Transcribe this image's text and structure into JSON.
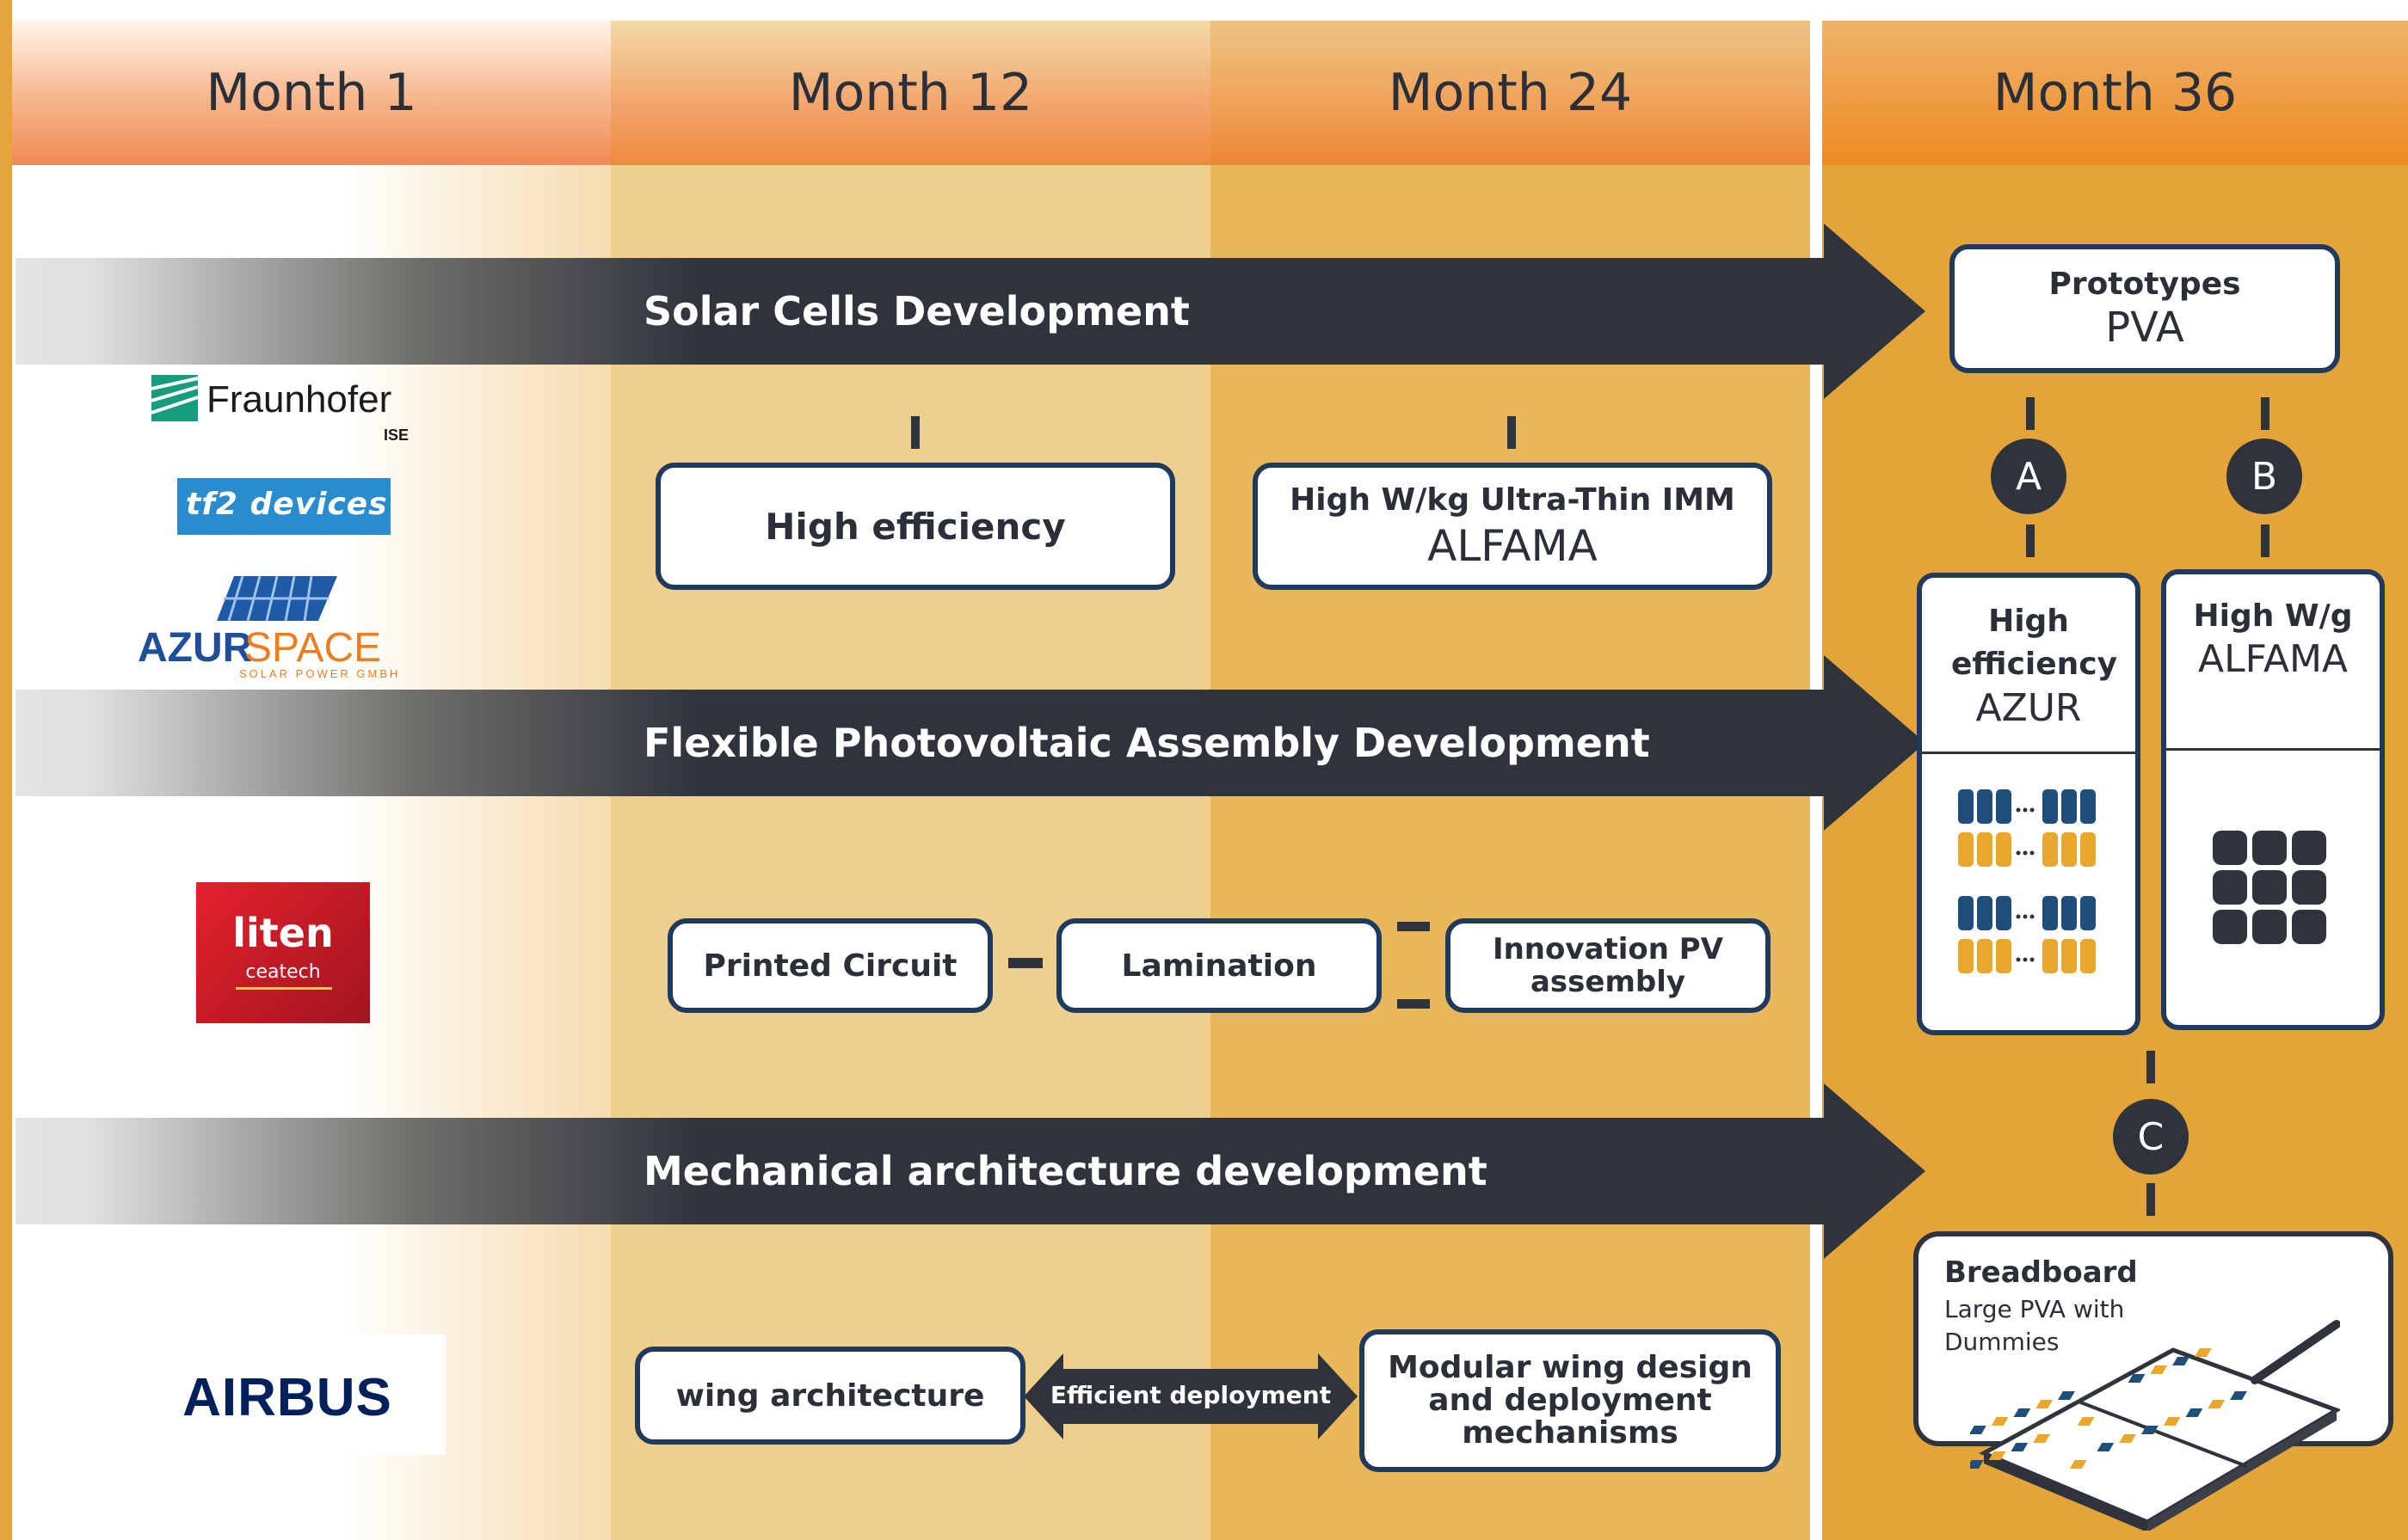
{
  "headers": {
    "month1": "Month 1",
    "month12": "Month 12",
    "month24": "Month 24",
    "month36": "Month 36"
  },
  "bands": {
    "solar": "Solar Cells Development",
    "fpa": "Flexible Photovoltaic Assembly Development",
    "mech": "Mechanical architecture development"
  },
  "logos": {
    "fraunhofer": "Fraunhofer",
    "fraunhofer_sub": "ISE",
    "tf2": "tf2 devices",
    "azur_a": "AZUR",
    "azur_b": "SPACE",
    "azur_sub": "SOLAR POWER GMBH",
    "liten": "liten",
    "ceatech": "ceatech",
    "airbus": "AIRBUS"
  },
  "solar_row": {
    "high_efficiency": "High efficiency",
    "ultra_thin_title": "High W/kg Ultra-Thin IMM",
    "ultra_thin_name": "ALFAMA"
  },
  "fpa_row": {
    "printed_circuit": "Printed Circuit",
    "lamination": "Lamination",
    "innovation": "Innovation PV assembly"
  },
  "mech_row": {
    "wing_architecture": "wing architecture",
    "efficient_deployment": "Efficient deployment",
    "modular_wing": "Modular wing design and deployment mechanisms"
  },
  "month36": {
    "prototypes_title": "Prototypes",
    "prototypes_name": "PVA",
    "a_label": "A",
    "b_label": "B",
    "c_label": "C",
    "a_title": "High efficiency",
    "a_name": "AZUR",
    "b_title": "High W/g",
    "b_name": "ALFAMA",
    "breadboard_title": "Breadboard",
    "breadboard_desc": "Large PVA with Dummies"
  },
  "colors": {
    "dark": "#2f333c",
    "box_border": "#1f3a5c",
    "cell_blue": "#1f4e7a",
    "cell_orange": "#e8a82e"
  }
}
